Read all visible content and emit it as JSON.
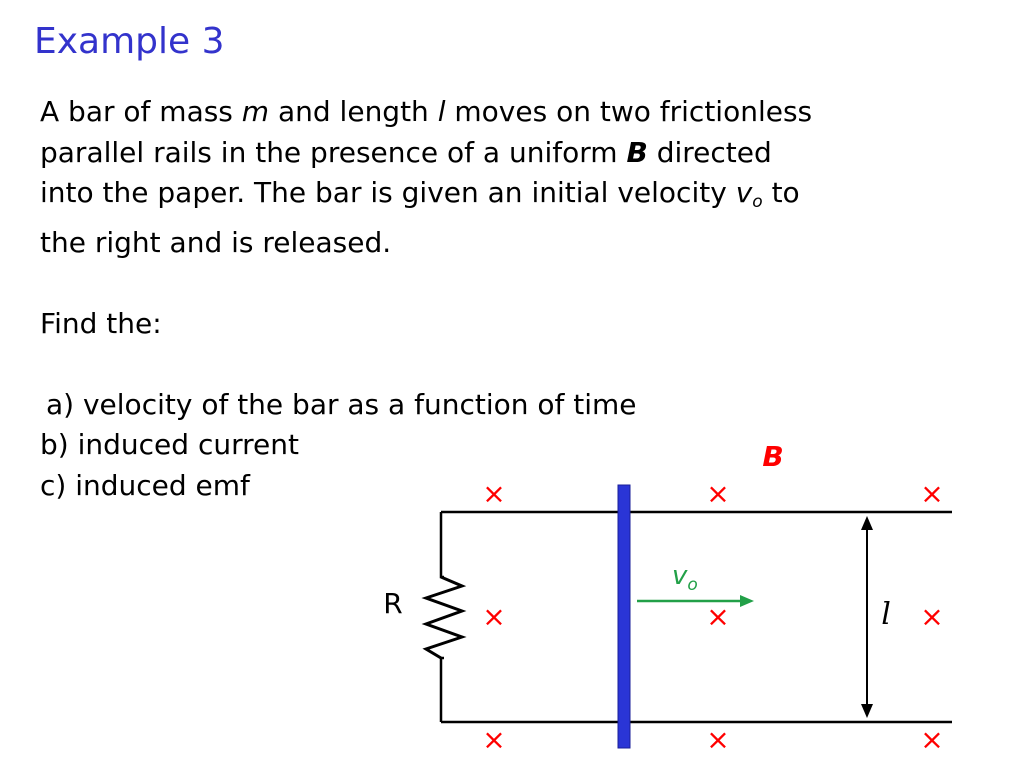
{
  "slide": {
    "title": "Example 3"
  },
  "problem": {
    "statement": {
      "line1": {
        "p1": "A bar of mass ",
        "m": "m",
        "p2": " and length ",
        "l": "l",
        "p3": " moves on two frictionless"
      },
      "line2": {
        "p1": "parallel rails in the presence of a uniform ",
        "B": "B",
        "p2": " directed"
      },
      "line3": {
        "p1": "into the paper.  The bar is given an initial velocity ",
        "v": "v",
        "sub": "o",
        "p2": " to"
      },
      "line4": "the right and is released."
    },
    "find_label": "Find the:",
    "items": [
      "a) velocity of the bar as a function of time",
      "b) induced current",
      "c) induced emf"
    ]
  },
  "diagram": {
    "field_label": "B",
    "field_symbol": "×",
    "resistor_label": "R",
    "velocity_label": "v",
    "velocity_sub": "o",
    "length_label": "l",
    "colors": {
      "title": "#3333cc",
      "field": "#ff0000",
      "bar": "#2a35d6",
      "velocity": "#22a048",
      "wire": "#000000"
    }
  }
}
